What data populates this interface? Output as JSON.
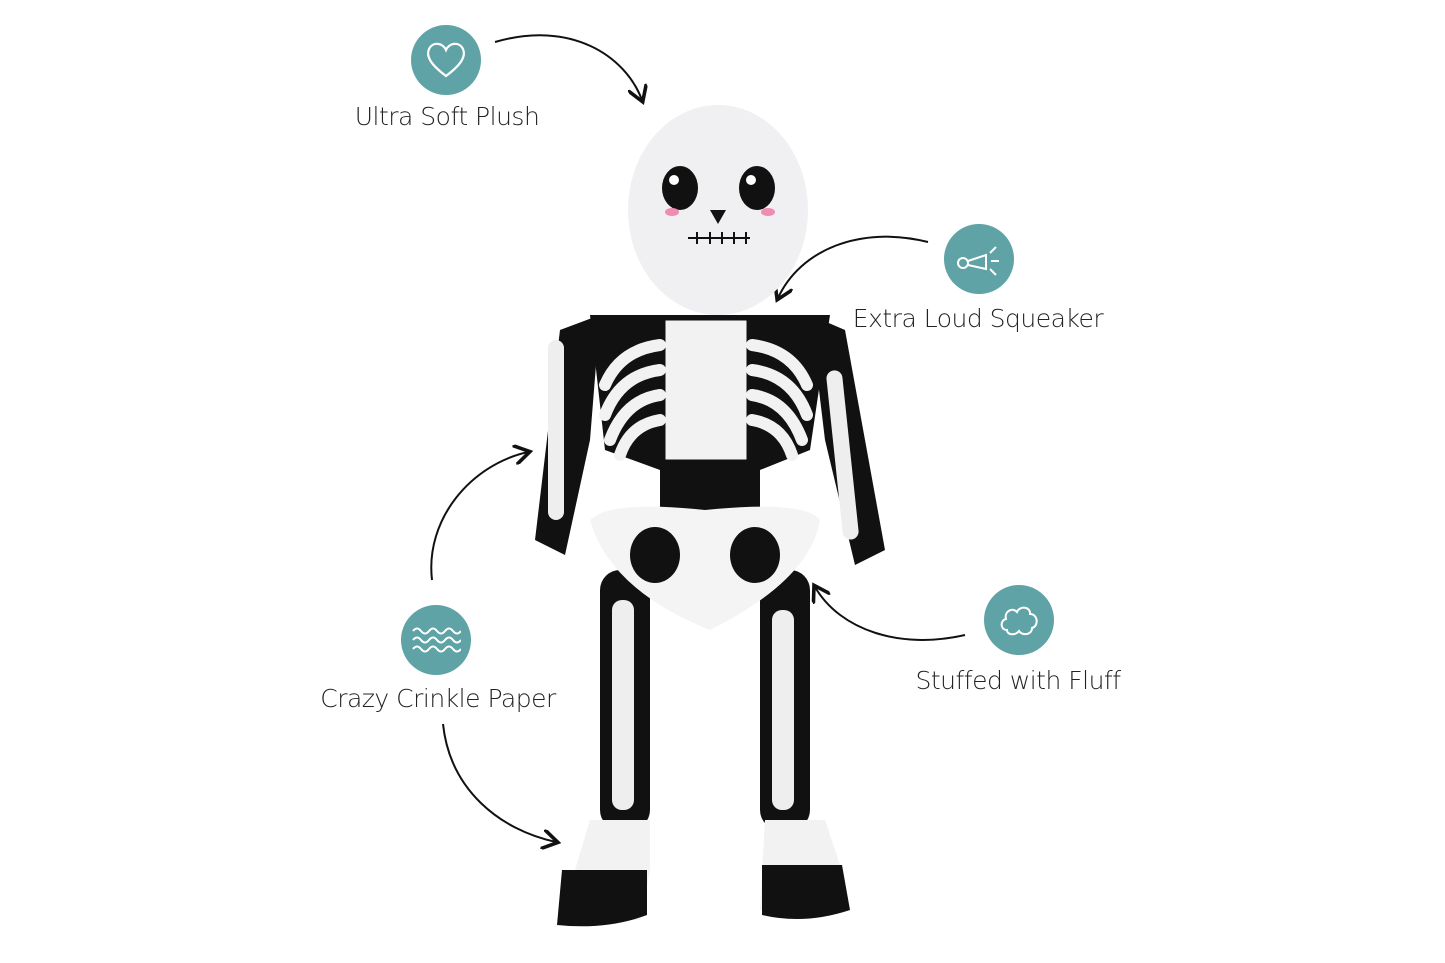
{
  "accent_color": "#5fa3a6",
  "features": [
    {
      "label": "Ultra Soft Plush",
      "icon": "heart-icon"
    },
    {
      "label": "Extra Loud Squeaker",
      "icon": "squeaker-horn-icon"
    },
    {
      "label": "Stuffed with Fluff",
      "icon": "cotton-fluff-icon"
    },
    {
      "label": "Crazy Crinkle Paper",
      "icon": "wavy-lines-icon"
    }
  ]
}
